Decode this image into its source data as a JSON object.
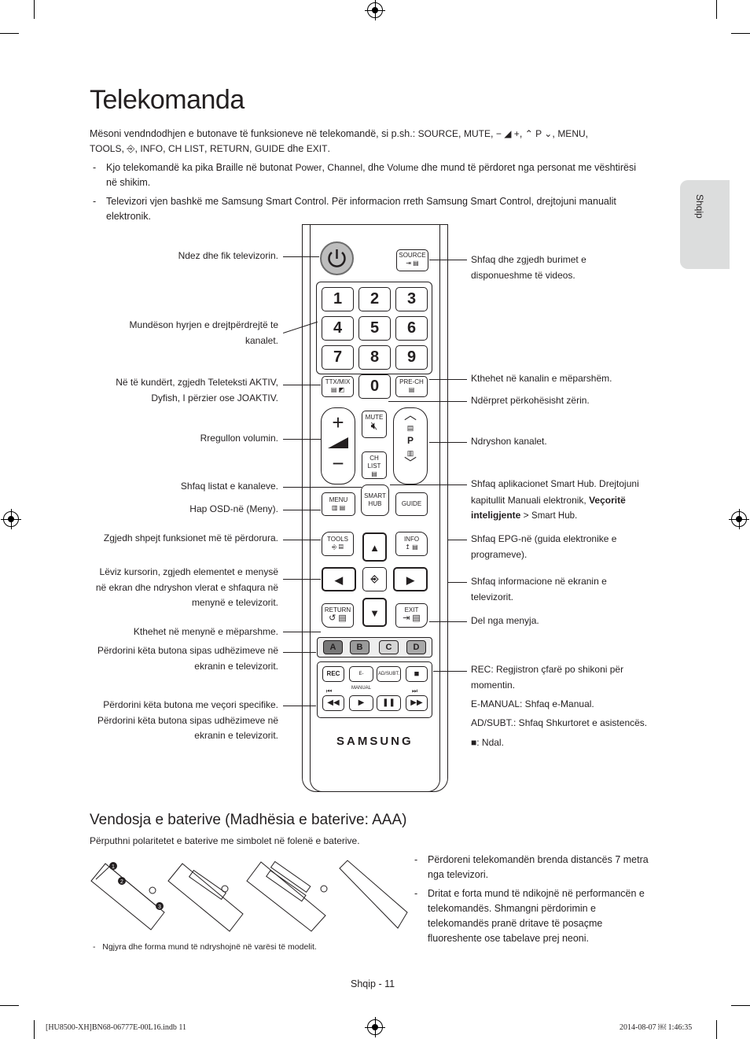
{
  "title": "Telekomanda",
  "intro": {
    "line1_pre": "Mësoni vendndodhjen e butonave të funksioneve në telekomandë, si p.sh.: ",
    "source": "SOURCE",
    "mute": "MUTE",
    "vol": "− ◢ +",
    "ch": "⌃ P ⌄",
    "menu": "MENU",
    "tools": "TOOLS",
    "tools_icon": "⎆",
    "info": "INFO",
    "chlist": "CH LIST",
    "return": "RETURN",
    "guide": "GUIDE",
    "and": "dhe",
    "exit": "EXIT"
  },
  "bullets": [
    {
      "dash": "-",
      "pre": "Kjo telekomandë ka pika Braille në butonat ",
      "power": "Power",
      "channel": "Channel",
      "and": ", dhe ",
      "volume": "Volume",
      "post": " dhe mund të përdoret nga personat me vështirësi në shikim."
    },
    {
      "dash": "-",
      "text": "Televizori vjen bashkë me Samsung Smart Control. Për informacion rreth Samsung Smart Control, drejtojuni manualit elektronik."
    }
  ],
  "side_tab": "Shqip",
  "labels_left": {
    "power": "Ndez dhe fik televizorin.",
    "numbers": "Mundëson hyrjen e drejtpërdrejtë te kanalet.",
    "ttx": "Në të kundërt, zgjedh Teleteksti AKTIV, Dyfish, I përzier ose JOAKTIV.",
    "volume": "Rregullon volumin.",
    "chlist": "Shfaq listat e kanaleve.",
    "menu": "Hap OSD-në (Meny).",
    "tools": "Zgjedh shpejt funksionet më të përdorura.",
    "cursor": "Lëviz kursorin, zgjedh elementet e menysë në ekran dhe ndryshon vlerat e shfaqura në menynë e televizorit.",
    "return": "Kthehet në menynë e mëparshme.",
    "colors": "Përdorini këta butona sipas udhëzimeve në ekranin e televizorit.",
    "special": "Përdorini këta butona me veçori specifike. Përdorini këta butona sipas udhëzimeve në ekranin e televizorit."
  },
  "labels_right": {
    "source": "Shfaq dhe zgjedh burimet e disponueshme të videos.",
    "prech": "Kthehet në kanalin e mëparshëm.",
    "mute": "Ndërpret përkohësisht zërin.",
    "channel": "Ndryshon kanalet.",
    "smart_pre": "Shfaq aplikacionet ",
    "smart_hub": "Smart Hub",
    "smart_mid": ". Drejtojuni kapitullit Manuali elektronik, ",
    "smart_feat": "Veçoritë inteligjente",
    "smart_gt": " > ",
    "smart_hub2": "Smart Hub",
    "smart_end": ".",
    "guide_pre": "Shfaq ",
    "guide_epg": "EPG",
    "guide_post": "-në (guida elektronike e programeve).",
    "info": "Shfaq informacione në ekranin e televizorit.",
    "exit": "Del nga menyja.",
    "rec_key": "REC",
    "rec_text": ": Regjistron çfarë po shikoni për momentin.",
    "emanual_key": "E-MANUAL",
    "emanual_mid": ": Shfaq ",
    "emanual_val": "e-Manual",
    "emanual_end": ".",
    "adsubt_key": "AD/SUBT.",
    "adsubt_mid": ": Shfaq ",
    "adsubt_val": "Shkurtoret e asistencës",
    "adsubt_end": ".",
    "stop_key": "■",
    "stop_text": ": Ndal."
  },
  "remote": {
    "source": "SOURCE",
    "digits": [
      "1",
      "2",
      "3",
      "4",
      "5",
      "6",
      "7",
      "8",
      "9",
      "0"
    ],
    "ttx": "TTX/MIX",
    "prech": "PRE-CH",
    "mute": "MUTE",
    "chlist": "CH LIST",
    "p": "P",
    "menu": "MENU",
    "smart": "SMART HUB",
    "guide": "GUIDE",
    "tools": "TOOLS",
    "info": "INFO",
    "return": "RETURN",
    "exit": "EXIT",
    "colors": [
      "A",
      "B",
      "C",
      "D"
    ],
    "rec": "REC",
    "emanual": "E-MANUAL",
    "adsubt": "AD/SUBT.",
    "brand": "SAMSUNG"
  },
  "battery": {
    "title": "Vendosja e baterive (Madhësia e baterive: AAA)",
    "intro": "Përputhni polaritetet e baterive me simbolet në folenë e baterive.",
    "steps": [
      "1",
      "2",
      "3"
    ],
    "note": "Ngjyra dhe forma mund të ndryshojnë në varësi të modelit.",
    "bullets": [
      "Përdoreni telekomandën brenda distancës 7 metra nga televizori.",
      "Dritat e forta mund të ndikojnë në performancën e telekomandës. Shmangni përdorimin e telekomandës pranë dritave të posaçme fluoreshente ose tabelave prej neoni."
    ]
  },
  "page_number": "Shqip - 11",
  "footer_left": "[HU8500-XH]BN68-06777E-00L16.indb   11",
  "footer_right": "2014-08-07   ￼ 1:46:35"
}
